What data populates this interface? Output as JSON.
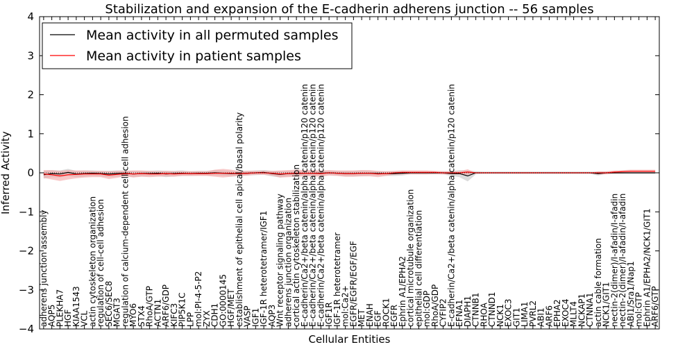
{
  "chart_data": {
    "type": "line",
    "title": "Stabilization and expansion of the E-cadherin adherens junction -- 56 samples",
    "xlabel": "Cellular Entities",
    "ylabel": "Inferred Activity",
    "ylim": [
      -4,
      4
    ],
    "yticks": [
      -4,
      -3,
      -2,
      -1,
      0,
      1,
      2,
      3,
      4
    ],
    "ytick_labels": [
      "−4",
      "−3",
      "−2",
      "−1",
      "0",
      "1",
      "2",
      "3",
      "4"
    ],
    "grid": false,
    "legend_position": "top-left",
    "categories": [
      "adherens junction assembly",
      "AQP5",
      "PLEKHA7",
      "HGF",
      "KIAA1543",
      "VCL",
      "actin cytoskeleton organization",
      "regulation of cell-cell adhesion",
      "SEC6/SEC8",
      "MGAT3",
      "regulation of calcium-dependent cell-cell adhesion",
      "MYO6",
      "STX4",
      "RhoA/GTP",
      "ACTN1",
      "ARF6/GDP",
      "KIFC3",
      "PIP5K1C",
      "LPP",
      "mol:PI-4-5-P2",
      "ZYX",
      "CDH1",
      "GO:0000145",
      "HGF/MET",
      "establishment of epithelial cell apical/basal polarity",
      "VASP",
      "IGF1",
      "IGF-1R heterotetramer/IGF1",
      "AQP3",
      "Wnt receptor signaling pathway",
      "adherens junction organization",
      "cortical actin cytoskeleton stabilization",
      "E-cadherin/Ca2+/beta catenin/alpha catenin/p120 catenin",
      "E-cadherin/Ca2+/beta catenin/alpha catenin/p120 catenin",
      "E-cadherin/Ca2+/beta catenin/alpha catenin/p120 catenin",
      "IGF1R",
      "IGF-1R heterotetramer",
      "mol:Ca2+",
      "EGFR/EGFR/EGF/EGF",
      "MET",
      "ENAH",
      "EGF",
      "ROCK1",
      "EGFR",
      "Ephrin A1/EPHA2",
      "cortical microtubule organization",
      "epithelial cell differentiation",
      "mol:GDP",
      "RhoA/GDP",
      "CYFIP2",
      "E-cadherin/Ca2+/beta catenin/alpha catenin/p120 catenin",
      "EFNA1",
      "DIAPH1",
      "CTNNB1",
      "RHOA",
      "CTNND1",
      "NCK1",
      "EXOC3",
      "GIT1",
      "LIMA1",
      "PVRL2",
      "ABI1",
      "ARF6",
      "EPHA2",
      "EXOC4",
      "MLLT4",
      "NCKAP1",
      "CTNNA1",
      "actin cable formation",
      "NCK1/GIT1",
      "nectin-2(dimer)/I-afadin/I-afadin",
      "nectin-2(dimer)/I-afadin/I-afadin",
      "ABI1/Sra1/Nap1",
      "mol:GTP",
      "Ephrin A1/EPHA2/NCK1/GIT1",
      "ARF6/GTP"
    ],
    "series": [
      {
        "name": "Mean activity in all permuted samples",
        "color": "#000000",
        "band_color": "#bdbdbd",
        "values": [
          -0.05,
          -0.02,
          -0.03,
          0.01,
          -0.03,
          -0.02,
          -0.01,
          -0.02,
          -0.03,
          -0.02,
          -0.01,
          -0.03,
          -0.02,
          -0.02,
          -0.01,
          -0.03,
          -0.02,
          -0.01,
          -0.02,
          -0.01,
          -0.01,
          0.0,
          -0.01,
          -0.02,
          -0.02,
          -0.01,
          0.0,
          0.01,
          -0.02,
          -0.04,
          -0.02,
          -0.02,
          -0.01,
          -0.01,
          -0.01,
          0.0,
          -0.01,
          -0.02,
          -0.02,
          -0.01,
          -0.01,
          -0.02,
          -0.02,
          -0.02,
          -0.01,
          0.0,
          0.0,
          0.0,
          0.0,
          0.0,
          -0.02,
          -0.02,
          -0.08,
          0.0,
          0.0,
          0.0,
          0.0,
          0.0,
          0.0,
          0.0,
          0.0,
          0.0,
          0.0,
          0.0,
          0.0,
          0.0,
          0.0,
          0.0,
          -0.02,
          0.0,
          0.0,
          0.0,
          0.0,
          0.0,
          0.0,
          0.0
        ],
        "band": [
          0.1,
          0.09,
          0.09,
          0.09,
          0.08,
          0.08,
          0.07,
          0.07,
          0.08,
          0.08,
          0.07,
          0.08,
          0.07,
          0.07,
          0.07,
          0.08,
          0.07,
          0.07,
          0.06,
          0.06,
          0.06,
          0.07,
          0.07,
          0.07,
          0.06,
          0.06,
          0.06,
          0.06,
          0.07,
          0.08,
          0.07,
          0.07,
          0.06,
          0.06,
          0.06,
          0.06,
          0.06,
          0.07,
          0.07,
          0.07,
          0.06,
          0.06,
          0.06,
          0.06,
          0.06,
          0.04,
          0.04,
          0.04,
          0.04,
          0.04,
          0.06,
          0.09,
          0.14,
          0.04,
          0.03,
          0.03,
          0.03,
          0.03,
          0.03,
          0.03,
          0.03,
          0.03,
          0.03,
          0.03,
          0.03,
          0.03,
          0.03,
          0.03,
          0.05,
          0.03,
          0.03,
          0.03,
          0.03,
          0.03,
          0.03,
          0.03
        ]
      },
      {
        "name": "Mean activity in patient samples",
        "color": "#ff0000",
        "band_color": "#f4a3a3",
        "values": [
          -0.03,
          -0.05,
          -0.08,
          -0.05,
          -0.04,
          -0.03,
          -0.03,
          -0.03,
          -0.06,
          -0.04,
          -0.02,
          -0.03,
          -0.02,
          -0.03,
          -0.03,
          -0.02,
          -0.03,
          -0.02,
          -0.02,
          -0.02,
          -0.02,
          -0.01,
          -0.01,
          -0.01,
          -0.02,
          -0.01,
          0.0,
          0.0,
          -0.01,
          -0.03,
          -0.02,
          -0.01,
          -0.01,
          -0.01,
          -0.02,
          0.0,
          -0.01,
          -0.02,
          -0.02,
          -0.01,
          -0.01,
          -0.03,
          -0.02,
          0.0,
          0.01,
          0.01,
          0.01,
          0.01,
          0.01,
          0.0,
          0.0,
          0.0,
          0.02,
          0.0,
          0.0,
          0.0,
          0.0,
          0.0,
          0.0,
          0.0,
          0.0,
          0.0,
          0.0,
          0.0,
          0.0,
          0.0,
          0.0,
          0.0,
          0.0,
          0.0,
          0.02,
          0.03,
          0.04,
          0.04,
          0.04,
          0.04
        ],
        "band": [
          0.1,
          0.12,
          0.13,
          0.12,
          0.1,
          0.09,
          0.08,
          0.08,
          0.1,
          0.09,
          0.07,
          0.09,
          0.08,
          0.08,
          0.07,
          0.07,
          0.07,
          0.06,
          0.06,
          0.06,
          0.06,
          0.09,
          0.11,
          0.09,
          0.06,
          0.06,
          0.05,
          0.05,
          0.06,
          0.09,
          0.09,
          0.09,
          0.08,
          0.08,
          0.08,
          0.07,
          0.07,
          0.08,
          0.08,
          0.08,
          0.08,
          0.08,
          0.06,
          0.05,
          0.05,
          0.05,
          0.05,
          0.05,
          0.04,
          0.04,
          0.04,
          0.04,
          0.07,
          0.0,
          0.0,
          0.0,
          0.0,
          0.0,
          0.0,
          0.0,
          0.0,
          0.0,
          0.0,
          0.0,
          0.0,
          0.0,
          0.0,
          0.0,
          0.04,
          0.04,
          0.04,
          0.04,
          0.04,
          0.04,
          0.04,
          0.04
        ]
      }
    ]
  }
}
